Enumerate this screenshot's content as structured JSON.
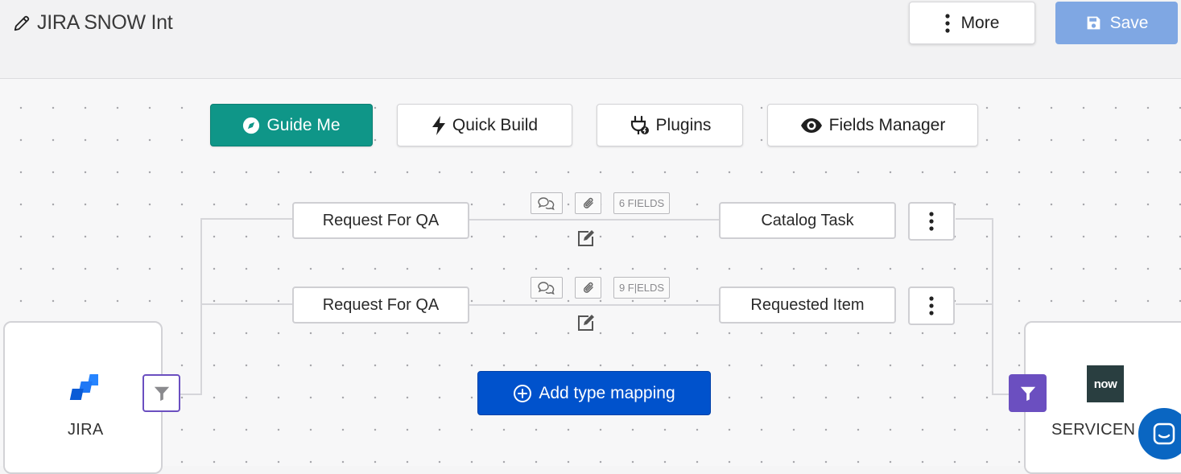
{
  "header": {
    "title": "JIRA SNOW Int",
    "more_label": "More",
    "save_label": "Save"
  },
  "toolbar": {
    "guide_me": "Guide Me",
    "quick_build": "Quick Build",
    "plugins": "Plugins",
    "fields_manager": "Fields Manager"
  },
  "mappings": [
    {
      "source": "Request For QA",
      "target": "Catalog Task",
      "fields": "6 FIELDS"
    },
    {
      "source": "Request For QA",
      "target": "Requested Item",
      "fields": "9 F|ELDS"
    }
  ],
  "add_mapping_label": "Add type mapping",
  "left_node": {
    "label": "JIRA"
  },
  "right_node": {
    "label": "SERVICENO",
    "logo_text": "now"
  },
  "colors": {
    "primary_teal": "#0f9688",
    "primary_blue": "#0052cc",
    "save_disabled": "#7fa7e3",
    "filter_purple": "#6b4fc0",
    "jira_blue": "#2684ff",
    "now_logo_bg": "#293e40",
    "now_logo_accent": "#62d84e",
    "chat_blue": "#0a66c2"
  },
  "icons": {
    "title": "pencil-icon",
    "more": "vertical-dots-icon",
    "save": "floppy-disk-icon",
    "guide_me": "compass-icon",
    "quick_build": "lightning-bolt-icon",
    "plugins": "plug-icon",
    "fields_manager": "eye-icon",
    "comments": "comments-icon",
    "attachments": "paperclip-icon",
    "edit": "edit-icon",
    "add": "plus-circle-icon",
    "filter": "filter-icon",
    "chat": "chat-icon"
  }
}
